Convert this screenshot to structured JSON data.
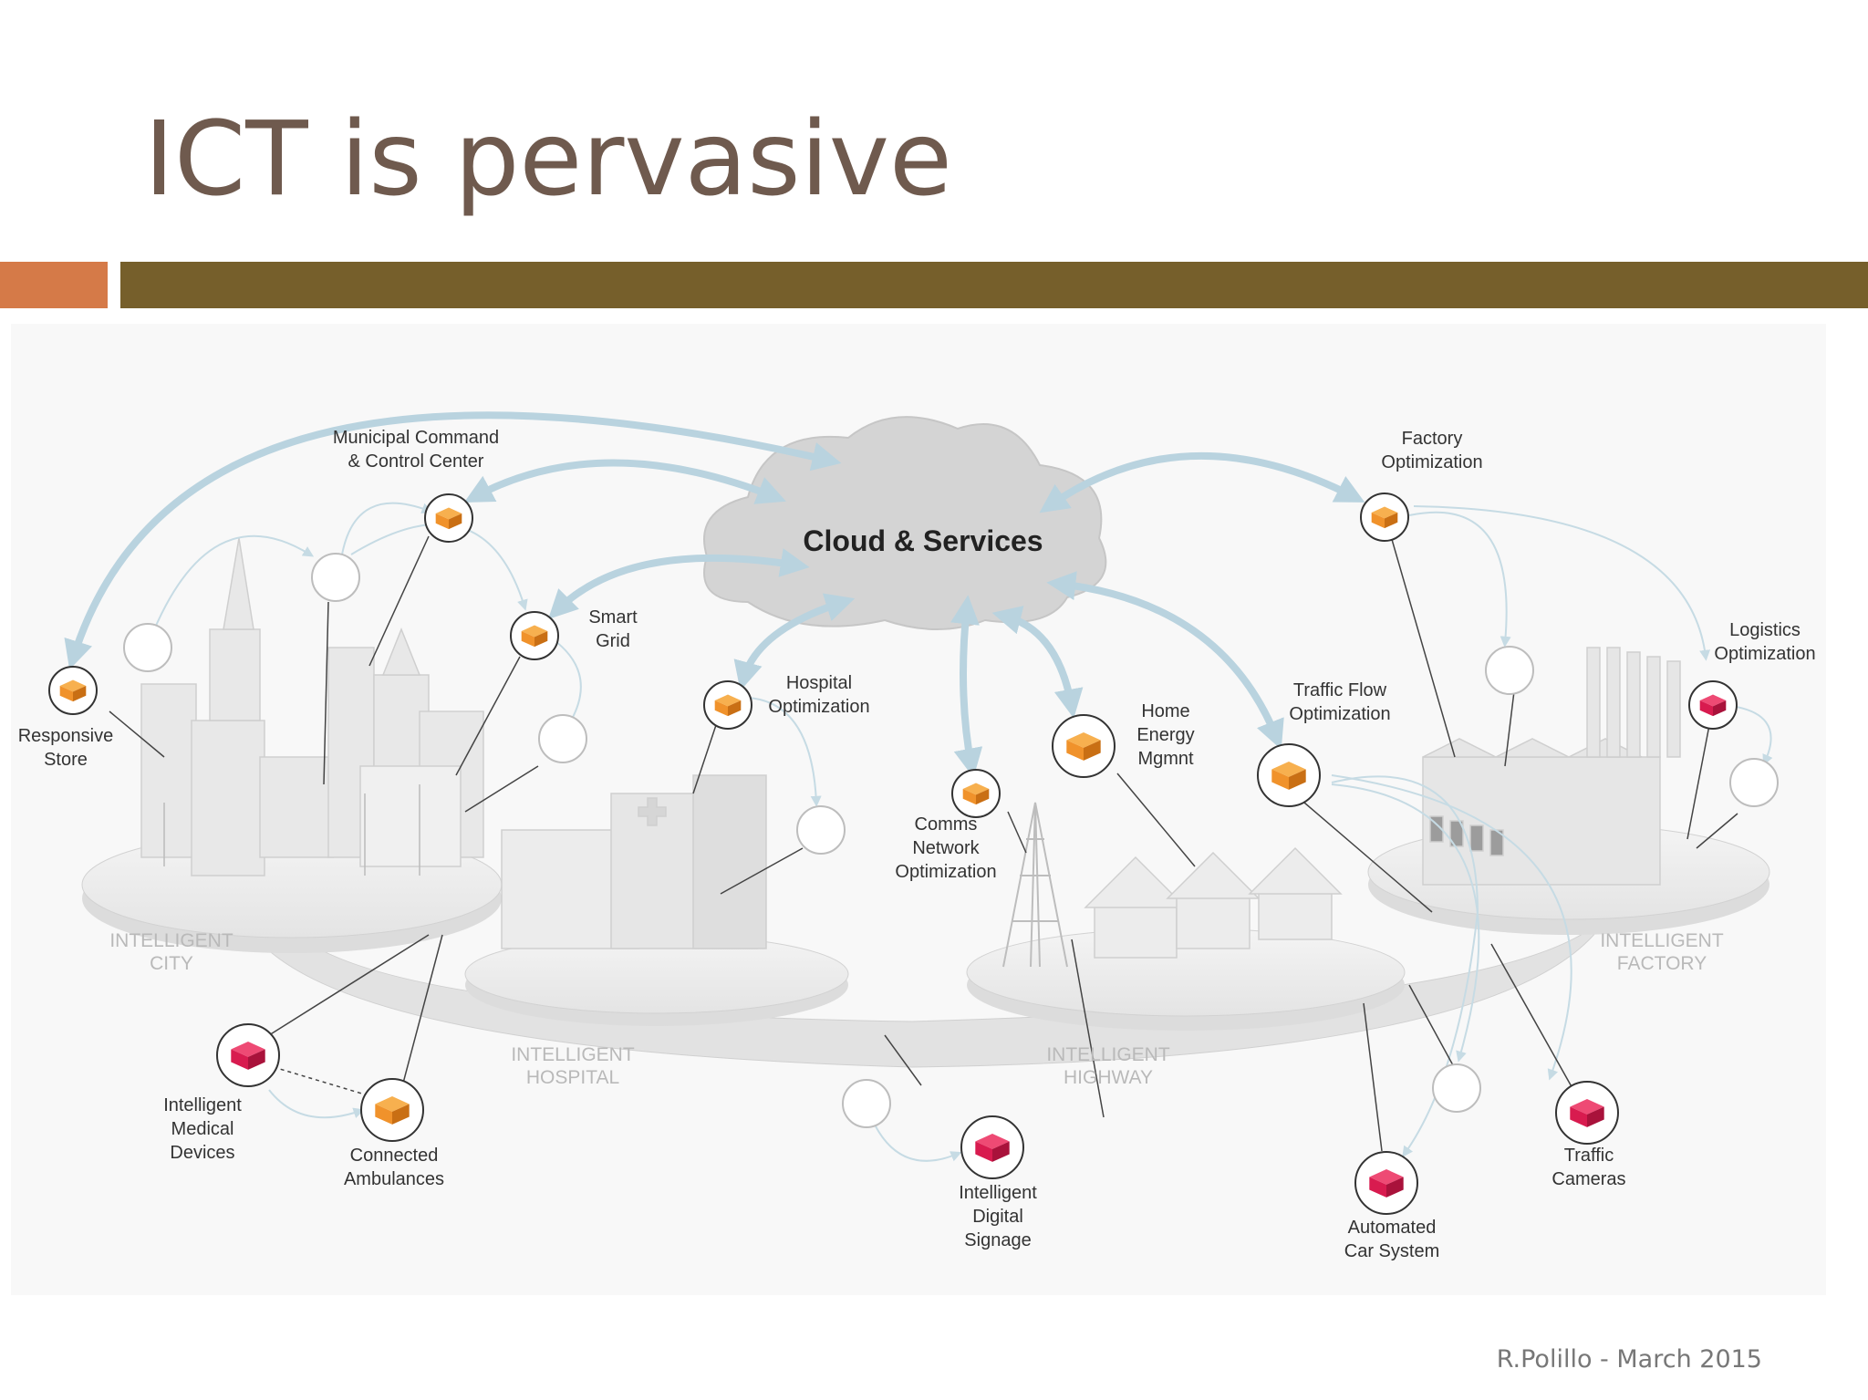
{
  "slide": {
    "title": "ICT is pervasive",
    "footer": "R.Polillo - March 2015"
  },
  "colors": {
    "title": "#6f5a4e",
    "accent_bar": "#d57a48",
    "main_bar": "#765f2b",
    "arrow": "#b9d3df",
    "orange_cube": "#f0922b",
    "pink_cube": "#d81b4f"
  },
  "diagram": {
    "cloud": "Cloud & Services",
    "zones": [
      {
        "id": "city",
        "lines": [
          "INTELLIGENT",
          "CITY"
        ]
      },
      {
        "id": "hospital",
        "lines": [
          "INTELLIGENT",
          "HOSPITAL"
        ]
      },
      {
        "id": "highway",
        "lines": [
          "INTELLIGENT",
          "HIGHWAY"
        ]
      },
      {
        "id": "factory",
        "lines": [
          "INTELLIGENT",
          "FACTORY"
        ]
      }
    ],
    "nodes": [
      {
        "id": "municipal",
        "type": "orange",
        "lines": [
          "Municipal Command",
          "& Control Center"
        ]
      },
      {
        "id": "smartgrid",
        "type": "orange",
        "lines": [
          "Smart",
          "Grid"
        ]
      },
      {
        "id": "store",
        "type": "orange",
        "lines": [
          "Responsive",
          "Store"
        ]
      },
      {
        "id": "hospital",
        "type": "orange",
        "lines": [
          "Hospital",
          "Optimization"
        ]
      },
      {
        "id": "comms",
        "type": "orange",
        "lines": [
          "Comms",
          "Network",
          "Optimization"
        ]
      },
      {
        "id": "home",
        "type": "orange",
        "lines": [
          "Home",
          "Energy",
          "Mgmnt"
        ]
      },
      {
        "id": "traffic",
        "type": "orange",
        "lines": [
          "Traffic Flow",
          "Optimization"
        ]
      },
      {
        "id": "factory",
        "type": "orange",
        "lines": [
          "Factory",
          "Optimization"
        ]
      },
      {
        "id": "logistics",
        "type": "pink",
        "lines": [
          "Logistics",
          "Optimization"
        ]
      },
      {
        "id": "medical",
        "type": "pink",
        "lines": [
          "Intelligent",
          "Medical",
          "Devices"
        ]
      },
      {
        "id": "ambulances",
        "type": "orange",
        "lines": [
          "Connected",
          "Ambulances"
        ]
      },
      {
        "id": "signage",
        "type": "pink",
        "lines": [
          "Intelligent",
          "Digital",
          "Signage"
        ]
      },
      {
        "id": "carsystem",
        "type": "pink",
        "lines": [
          "Automated",
          "Car System"
        ]
      },
      {
        "id": "cameras",
        "type": "pink",
        "lines": [
          "Traffic",
          "Cameras"
        ]
      }
    ]
  }
}
